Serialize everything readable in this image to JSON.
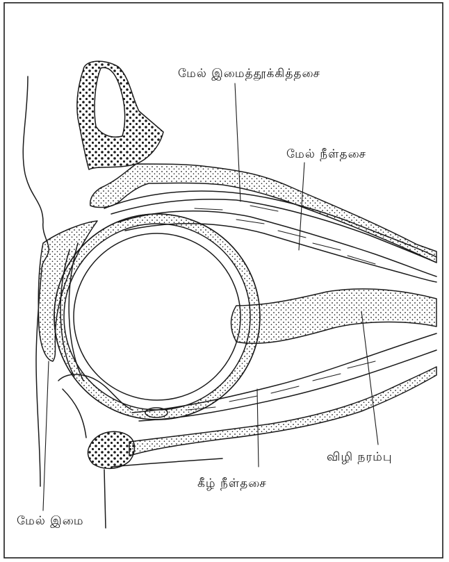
{
  "labels": {
    "levator": "மேல் இமைத்தூக்கித்தசை",
    "superior_rectus": "மேல் நீள்தசை",
    "optic_nerve": "விழி நரம்பு",
    "inferior_rectus": "கீழ் நீள்தசை",
    "upper_eyelid": "மேல் இமை"
  },
  "colors": {
    "ink": "#1a1a1a",
    "paper": "#ffffff"
  }
}
